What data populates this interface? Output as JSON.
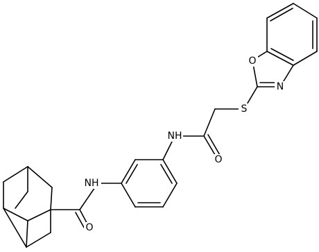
{
  "molecule": {
    "atom_labels": {
      "o_oxazole": "O",
      "n_oxazole": "N",
      "s_thioether": "S",
      "nh_upper": "NH",
      "o_upper_carbonyl": "O",
      "nh_lower": "NH",
      "o_lower_carbonyl": "O"
    }
  }
}
